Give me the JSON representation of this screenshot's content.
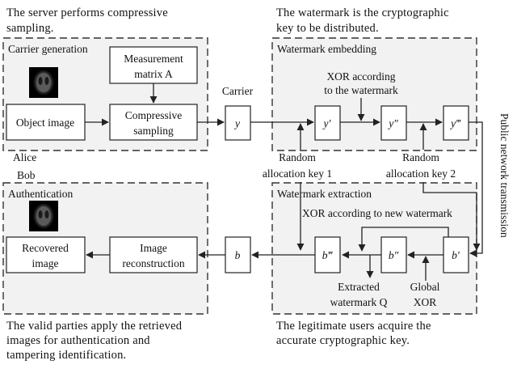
{
  "captions": {
    "top_left_1": "The server performs compressive",
    "top_left_2": "sampling.",
    "top_right_1": "The watermark is the cryptographic",
    "top_right_2": "key to be distributed.",
    "bottom_left_1": "The valid parties apply the retrieved",
    "bottom_left_2": "images for authentication and",
    "bottom_left_3": "tampering identification.",
    "bottom_right_1": "The legitimate users acquire the",
    "bottom_right_2": "accurate cryptographic key."
  },
  "regions": {
    "carrier_generation": "Carrier generation",
    "watermark_embedding": "Watermark embedding",
    "authentication": "Authentication",
    "watermark_extraction": "Watermark extraction"
  },
  "nodes": {
    "measurement_1": "Measurement",
    "measurement_2": "matrix A",
    "object_image": "Object image",
    "compressive_1": "Compressive",
    "compressive_2": "sampling",
    "y": "y",
    "y1": "y′",
    "y2": "y″",
    "y3": "y‴",
    "recovered_1": "Recovered",
    "recovered_2": "image",
    "reconstruction_1": "Image",
    "reconstruction_2": "reconstruction",
    "b": "b",
    "b3": "b‴",
    "b2": "b″",
    "b1": "b′"
  },
  "labels": {
    "carrier": "Carrier",
    "xor_wm_1": "XOR according",
    "xor_wm_2": "to the watermark",
    "alice": "Alice",
    "bob": "Bob",
    "rak1_1": "Random",
    "rak1_2": "allocation key 1",
    "rak2_1": "Random",
    "rak2_2": "allocation key 2",
    "public_channel": "Public network transmission",
    "xor_new_wm": "XOR according to new watermark",
    "extracted_1": "Extracted",
    "extracted_2": "watermark Q",
    "global_1": "Global",
    "global_2": "XOR"
  }
}
